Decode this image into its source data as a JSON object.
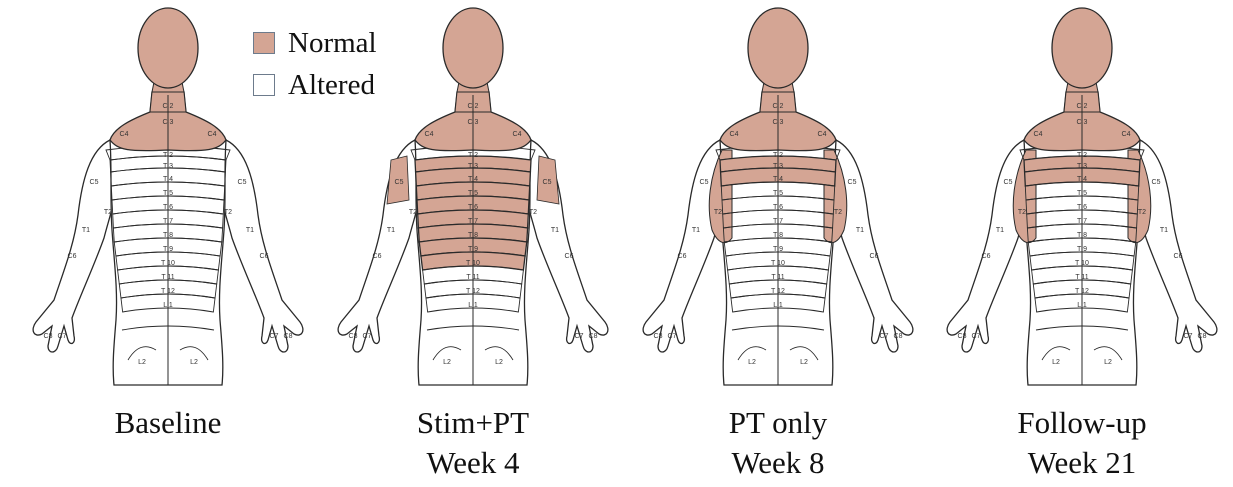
{
  "legend": {
    "items": [
      {
        "label": "Normal",
        "color": "#d4a594"
      },
      {
        "label": "Altered",
        "color": "#ffffff"
      }
    ]
  },
  "colors": {
    "normal": "#d4a594",
    "altered": "#ffffff",
    "outline": "#2a2a2a"
  },
  "panels": [
    {
      "caption_line1": "Baseline",
      "caption_line2": "",
      "normal_dermatomes": [
        "C2",
        "C3",
        "C4"
      ]
    },
    {
      "caption_line1": "Stim+PT",
      "caption_line2": "Week 4",
      "normal_dermatomes": [
        "C2",
        "C3",
        "C4",
        "C5",
        "T3",
        "T4",
        "T5",
        "T6",
        "T7",
        "T8",
        "T9",
        "T10"
      ]
    },
    {
      "caption_line1": "PT only",
      "caption_line2": "Week 8",
      "normal_dermatomes": [
        "C2",
        "C3",
        "C4",
        "T2",
        "T3",
        "T4"
      ]
    },
    {
      "caption_line1": "Follow-up",
      "caption_line2": "Week 21",
      "normal_dermatomes": [
        "C2",
        "C3",
        "C4",
        "T2",
        "T3",
        "T4"
      ]
    }
  ],
  "dermatome_labels": {
    "neck": [
      "C 2",
      "C 3"
    ],
    "shoulder": "C4",
    "arm": [
      "C5",
      "T2",
      "T1",
      "C6",
      "C8",
      "C7"
    ],
    "trunk": [
      "T 2",
      "T 3",
      "T 4",
      "T 5",
      "T 6",
      "T 7",
      "T 8",
      "T 9",
      "T 10",
      "T 11",
      "T 12",
      "L 1"
    ],
    "groin": "L2"
  }
}
